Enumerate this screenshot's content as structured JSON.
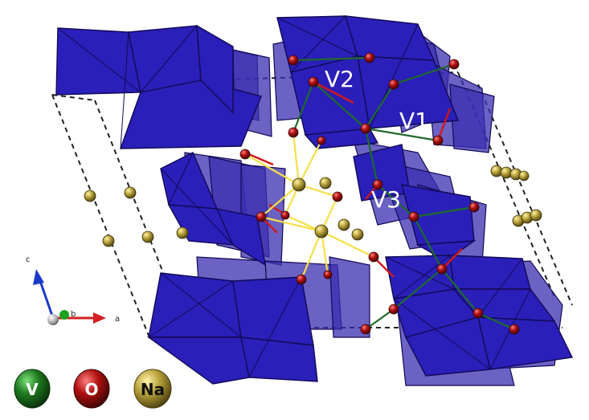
{
  "colors": {
    "polyhedron_front": "#2a1fb8",
    "polyhedron_back": "#3a2eb0",
    "polyhedron_edge": "#120a55",
    "vanadium": "#1f7a1f",
    "oxygen": "#b01010",
    "sodium": "#b8a23a",
    "na_o_bond": "#f5e04a",
    "v_o_bond": "#1e6a2a",
    "cell_edge": "#222222",
    "axis_a": "#d42020",
    "axis_b": "#20a020",
    "axis_c": "#1c3ac8"
  },
  "sites": {
    "v1": "V1",
    "v2": "V2",
    "v3": "V3"
  },
  "axes": {
    "a": "a",
    "b": "b",
    "c": "c"
  },
  "legend": [
    {
      "symbol": "V",
      "element": "vanadium",
      "color": "#1f7a1f"
    },
    {
      "symbol": "O",
      "element": "oxygen",
      "color": "#b01010"
    },
    {
      "symbol": "Na",
      "element": "sodium",
      "color": "#b8a23a"
    }
  ]
}
